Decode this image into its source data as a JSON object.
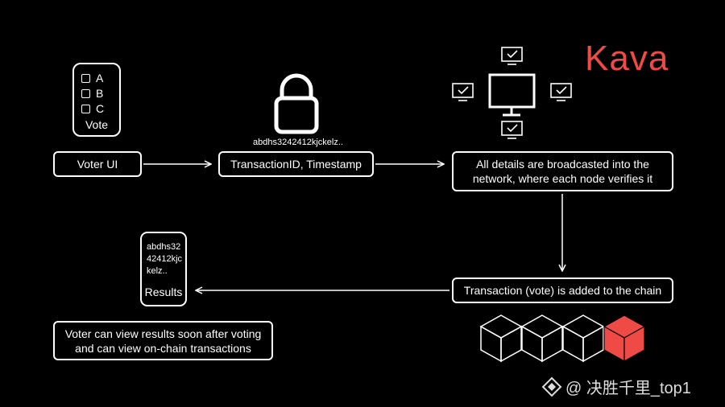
{
  "brand": {
    "logo_text": "Kava",
    "accent_color": "#ef4a45"
  },
  "ballot": {
    "options": [
      "A",
      "B",
      "C"
    ],
    "caption": "Vote"
  },
  "lock": {
    "hash_text": "abdhs3242412kjckelz.."
  },
  "steps": {
    "voter_ui": "Voter UI",
    "transaction": "TransactionID, Timestamp",
    "broadcast_line1": "All details are broadcasted into the",
    "broadcast_line2": "network, where each node verifies it",
    "added_to_chain": "Transaction (vote) is added to the chain",
    "view_results_line1": "Voter can view results soon after voting",
    "view_results_line2": "and can view on-chain transactions"
  },
  "phone": {
    "hash_lines": [
      "abdhs32",
      "42412kjc",
      "kelz.."
    ],
    "caption": "Results"
  },
  "network": {
    "nodes": [
      "checkmark-monitor",
      "checkmark-monitor",
      "checkmark-monitor",
      "checkmark-monitor"
    ]
  },
  "chain": {
    "blocks": 4,
    "highlight_color": "#ef4a45"
  },
  "watermark": {
    "text": "@ 决胜千里_top1"
  }
}
